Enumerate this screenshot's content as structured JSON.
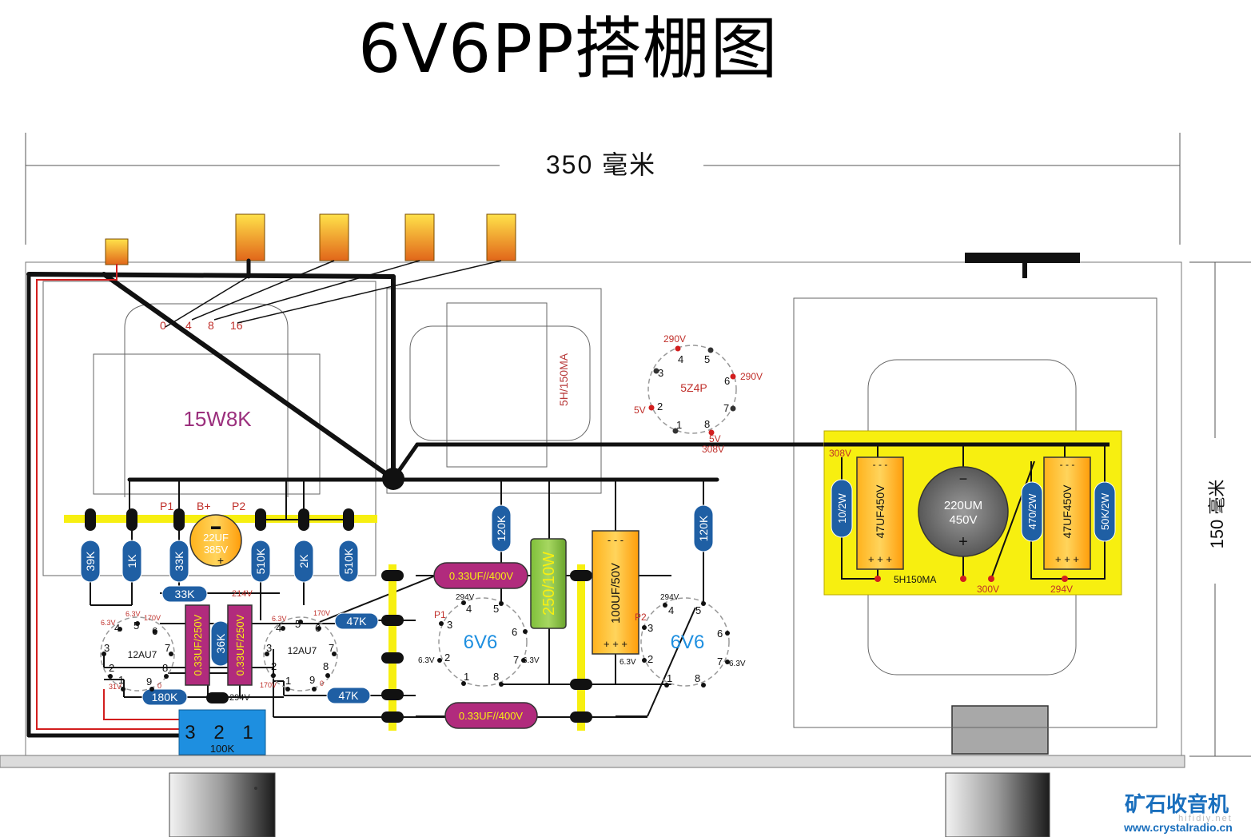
{
  "title": "6V6PP搭棚图",
  "dimensions": {
    "width": "350 毫米",
    "height": "150 毫米"
  },
  "output_transformer": {
    "label": "15W8K",
    "taps": [
      "0",
      "4",
      "8",
      "16"
    ]
  },
  "choke": {
    "label": "5H/150MA"
  },
  "rectifier": {
    "label": "5Z4P",
    "pins": [
      "1",
      "2",
      "3",
      "4",
      "5",
      "6",
      "7",
      "8"
    ],
    "voltages": {
      "pin4": "290V",
      "pin6": "290V",
      "pin2": "5V",
      "pin8": "5V",
      "out": "308V"
    }
  },
  "psu": {
    "v308": "308V",
    "r1": "10/2W",
    "c1": "47UF450V",
    "c1_minus": "- - -",
    "c1_plus": "+ + +",
    "can_line1": "220UM",
    "can_line2": "450V",
    "can_minus": "−",
    "can_plus": "+",
    "r2": "470/2W",
    "c2": "47UF450V",
    "c2_minus": "- - -",
    "c2_plus": "+ + +",
    "r3": "50K/2W",
    "choke_label": "5H150MA",
    "v300": "300V",
    "v294": "294V"
  },
  "driver": {
    "labels": {
      "p1": "P1",
      "bplus": "B+",
      "p2": "P2"
    },
    "c22": {
      "line1": "22UF",
      "line2": "385V",
      "minus": "▬",
      "plus": "+"
    },
    "resistors": [
      "39K",
      "1K",
      "33K",
      "510K",
      "2K",
      "510K",
      "33K",
      "36K",
      "180K",
      "47K",
      "47K"
    ],
    "caps": [
      "0.33UF/250V",
      "0.33UF/250V"
    ],
    "tube_label": "12AU7",
    "pins_a": [
      "6.3V",
      "6.3V",
      "170V",
      "4",
      "5",
      "6",
      "3",
      "7",
      "2",
      "8",
      "1",
      "9",
      "0",
      "31V"
    ],
    "pins_b": [
      "6.3V",
      "214V",
      "170V",
      "4",
      "5",
      "6",
      "3",
      "7",
      "2",
      "8",
      "1",
      "9",
      "0",
      "170V",
      "294V"
    ],
    "v214": "214V",
    "v294": "294V"
  },
  "output_stage": {
    "tube_label": "6V6",
    "pins": [
      "1",
      "2",
      "3",
      "4",
      "5",
      "6",
      "7",
      "8"
    ],
    "p1": "P1",
    "p2": "P2",
    "v294": "294V",
    "v63": "6.3V",
    "coupling_caps": [
      "0.33UF//400V",
      "0.33UF//400V"
    ],
    "plate_resistors": [
      "120K",
      "120K"
    ],
    "cathode_resistor": "250/10W",
    "cathode_cap": "100UF/50V",
    "cathode_cap_minus": "- - -",
    "cathode_cap_plus": "+ + +"
  },
  "volume_pot": {
    "pins": "3 2 1",
    "label": "100K"
  },
  "watermark": {
    "logo": "矿石收音机",
    "url": "www.crystalradio.cn",
    "site": "hifidiy.net"
  },
  "colors": {
    "resistor": "#1f5fa4",
    "cap_magenta": "#b12b7d",
    "cap_orange": "#f29a0c",
    "choke_pcb": "#f7ef10",
    "wire_red": "#d21e1e",
    "voltage_red": "#c0302b"
  }
}
